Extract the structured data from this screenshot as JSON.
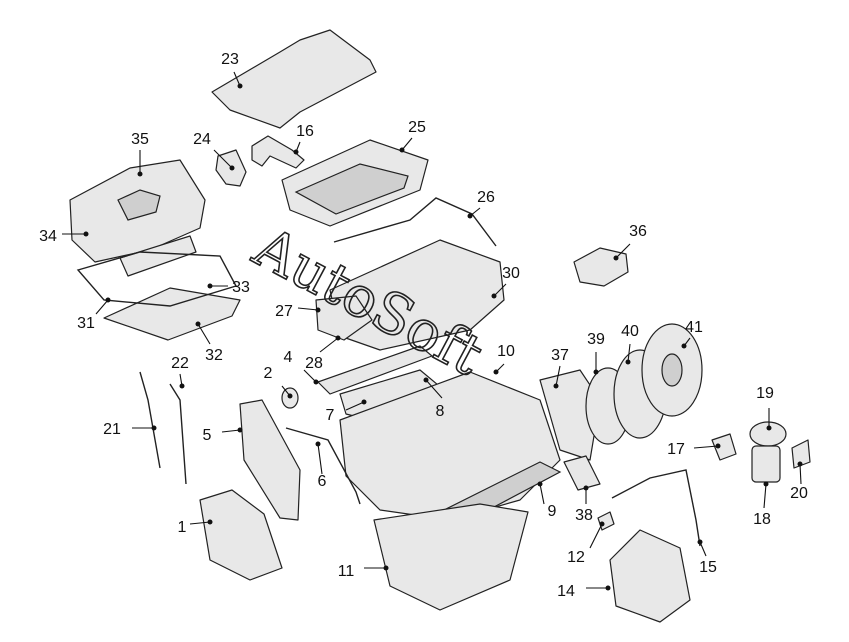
{
  "callouts": [
    {
      "label": "1"
    },
    {
      "label": "2"
    },
    {
      "label": "4"
    },
    {
      "label": "5"
    },
    {
      "label": "6"
    },
    {
      "label": "7"
    },
    {
      "label": "8"
    },
    {
      "label": "9"
    },
    {
      "label": "10"
    },
    {
      "label": "11"
    },
    {
      "label": "12"
    },
    {
      "label": "14"
    },
    {
      "label": "15"
    },
    {
      "label": "16"
    },
    {
      "label": "17"
    },
    {
      "label": "18"
    },
    {
      "label": "19"
    },
    {
      "label": "20"
    },
    {
      "label": "21"
    },
    {
      "label": "22"
    },
    {
      "label": "23"
    },
    {
      "label": "24"
    },
    {
      "label": "25"
    },
    {
      "label": "26"
    },
    {
      "label": "27"
    },
    {
      "label": "28"
    },
    {
      "label": "30"
    },
    {
      "label": "31"
    },
    {
      "label": "32"
    },
    {
      "label": "33"
    },
    {
      "label": "34"
    },
    {
      "label": "35"
    },
    {
      "label": "36"
    },
    {
      "label": "37"
    },
    {
      "label": "38"
    },
    {
      "label": "39"
    },
    {
      "label": "40"
    },
    {
      "label": "41"
    }
  ],
  "watermark": "AutoSoft"
}
